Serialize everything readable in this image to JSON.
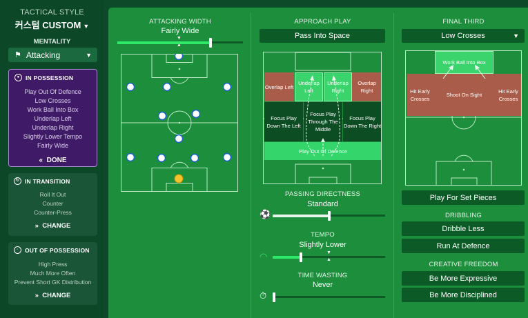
{
  "sidebar": {
    "title": "TACTICAL STYLE",
    "custom_label": "커스텀 CUSTOM",
    "mentality_label": "MENTALITY",
    "mentality_value": "Attacking",
    "in_possession": {
      "title": "IN POSSESSION",
      "items": [
        "Play Out Of Defence",
        "Low Crosses",
        "Work Ball Into Box",
        "Underlap Left",
        "Underlap Right",
        "Slightly Lower Tempo",
        "Fairly Wide"
      ],
      "button": "DONE"
    },
    "in_transition": {
      "title": "IN TRANSITION",
      "items": [
        "Roll It Out",
        "Counter",
        "Counter-Press"
      ],
      "button": "CHANGE"
    },
    "out_of_possession": {
      "title": "OUT OF POSSESSION",
      "items": [
        "High Press",
        "Much More Often",
        "Prevent Short GK Distribution"
      ],
      "button": "CHANGE"
    }
  },
  "attacking_width": {
    "title": "ATTACKING WIDTH",
    "value": "Fairly Wide",
    "level": 0.74
  },
  "approach_play": {
    "title": "APPROACH PLAY",
    "selected": "Pass Into Space",
    "zones": {
      "overlap_left": "Overlap Left",
      "underlap_left": "Underlap Left",
      "underlap_right": "Underlap Right",
      "overlap_right": "Overlap Right",
      "focus_left": "Focus Play Down The Left",
      "focus_middle": "Focus Play Through The Middle",
      "focus_right": "Focus Play Down The Right",
      "play_out": "Play Out Of Defence"
    }
  },
  "passing_directness": {
    "title": "PASSING DIRECTNESS",
    "value": "Standard",
    "level": 0.5
  },
  "tempo": {
    "title": "TEMPO",
    "value": "Slightly Lower",
    "level": 0.25
  },
  "time_wasting": {
    "title": "TIME WASTING",
    "value": "Never",
    "level": 0.0
  },
  "final_third": {
    "title": "FINAL THIRD",
    "selected": "Low Crosses",
    "zones": {
      "work_ball": "Work Ball Into Box",
      "hit_left": "Hit Early Crosses",
      "shoot": "Shoot On Sight",
      "hit_right": "Hit Early Crosses"
    },
    "set_pieces_button": "Play For Set Pieces"
  },
  "dribbling": {
    "title": "DRIBBLING",
    "options": [
      "Dribble Less",
      "Run At Defence"
    ]
  },
  "creative_freedom": {
    "title": "CREATIVE FREEDOM",
    "options": [
      "Be More Expressive",
      "Be More Disciplined"
    ]
  },
  "colors": {
    "main_bg": "#1c8e3c",
    "sidebar_bg": "#0c4828",
    "in_possession_bg": "#3f1a66",
    "zone_red": "#a95c4a",
    "zone_green": "#3bd36b",
    "goalkeeper": "#f2c230"
  }
}
